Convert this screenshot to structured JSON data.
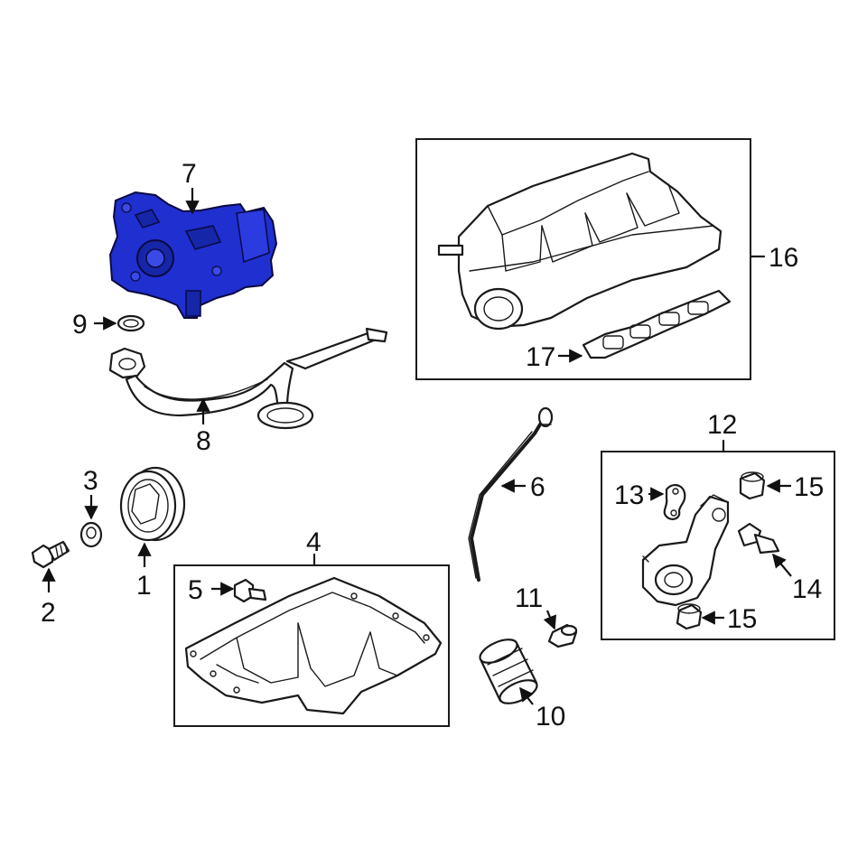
{
  "callouts": {
    "c1": "1",
    "c2": "2",
    "c3": "3",
    "c4": "4",
    "c5": "5",
    "c6": "6",
    "c7": "7",
    "c8": "8",
    "c9": "9",
    "c10": "10",
    "c11": "11",
    "c12": "12",
    "c13": "13",
    "c14": "14",
    "c15a": "15",
    "c15b": "15",
    "c16": "16",
    "c17": "17"
  },
  "colors": {
    "highlight": "#1f2fd0",
    "line": "#1a1a1a",
    "background": "#ffffff"
  }
}
